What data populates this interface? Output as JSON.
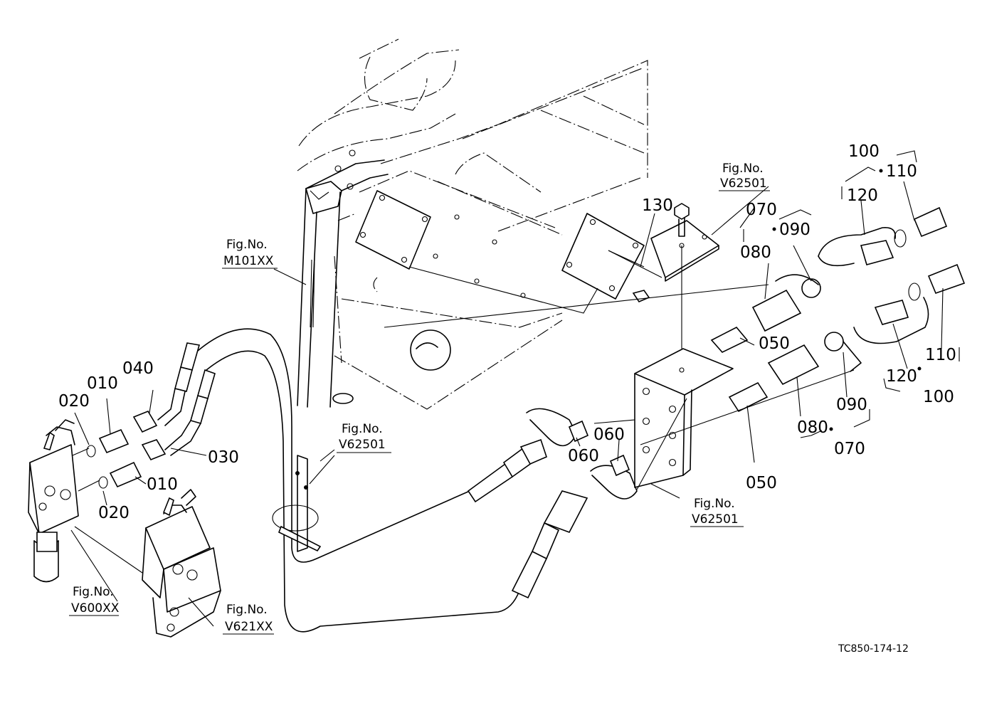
{
  "parts": {
    "p010_a": "010",
    "p010_b": "010",
    "p020_a": "020",
    "p020_b": "020",
    "p030": "030",
    "p040": "040",
    "p050_a": "050",
    "p050_b": "050",
    "p060_a": "060",
    "p060_b": "060",
    "p070_a": "070",
    "p070_b": "070",
    "p080_a": "080",
    "p080_b": "080",
    "p090_a": "090",
    "p090_b": "090",
    "p100_a": "100",
    "p100_b": "100",
    "p110_a": "110",
    "p110_b": "110",
    "p120_a": "120",
    "p120_b": "120",
    "p130": "130"
  },
  "figrefs": {
    "fig_label": "Fig.No.",
    "m101": "M101XX",
    "v600": "V600XX",
    "v621": "V621XX",
    "v62501": "V62501"
  },
  "drawing_code": "TC850-174-12"
}
